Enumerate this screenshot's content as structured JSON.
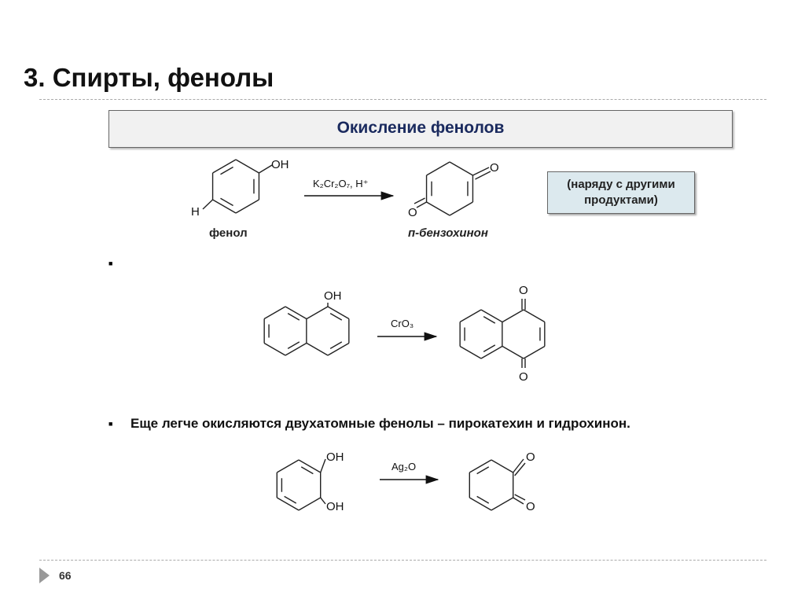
{
  "title": "3. Спирты, фенолы",
  "section_header": "Окисление фенолов",
  "reaction1": {
    "reactant_label": "фенол",
    "reactant_groups": [
      "OH",
      "H"
    ],
    "reagent": "K₂Cr₂O₇, H⁺",
    "product_label": "п-бензохинон",
    "product_groups": [
      "O",
      "O"
    ],
    "note": "(наряду с другими продуктами)"
  },
  "reaction2": {
    "reactant_groups": [
      "OH"
    ],
    "reagent": "CrO₃",
    "product_groups": [
      "O",
      "O"
    ]
  },
  "bullet_text": "Еще легче окисляются двухатомные фенолы – пирокатехин и гидрохинон.",
  "bullet_symbol": "■",
  "reaction3": {
    "reactant_groups": [
      "OH",
      "OH"
    ],
    "reagent": "Ag₂O",
    "product_groups": [
      "O",
      "O"
    ]
  },
  "footer": {
    "page_number": "66"
  }
}
